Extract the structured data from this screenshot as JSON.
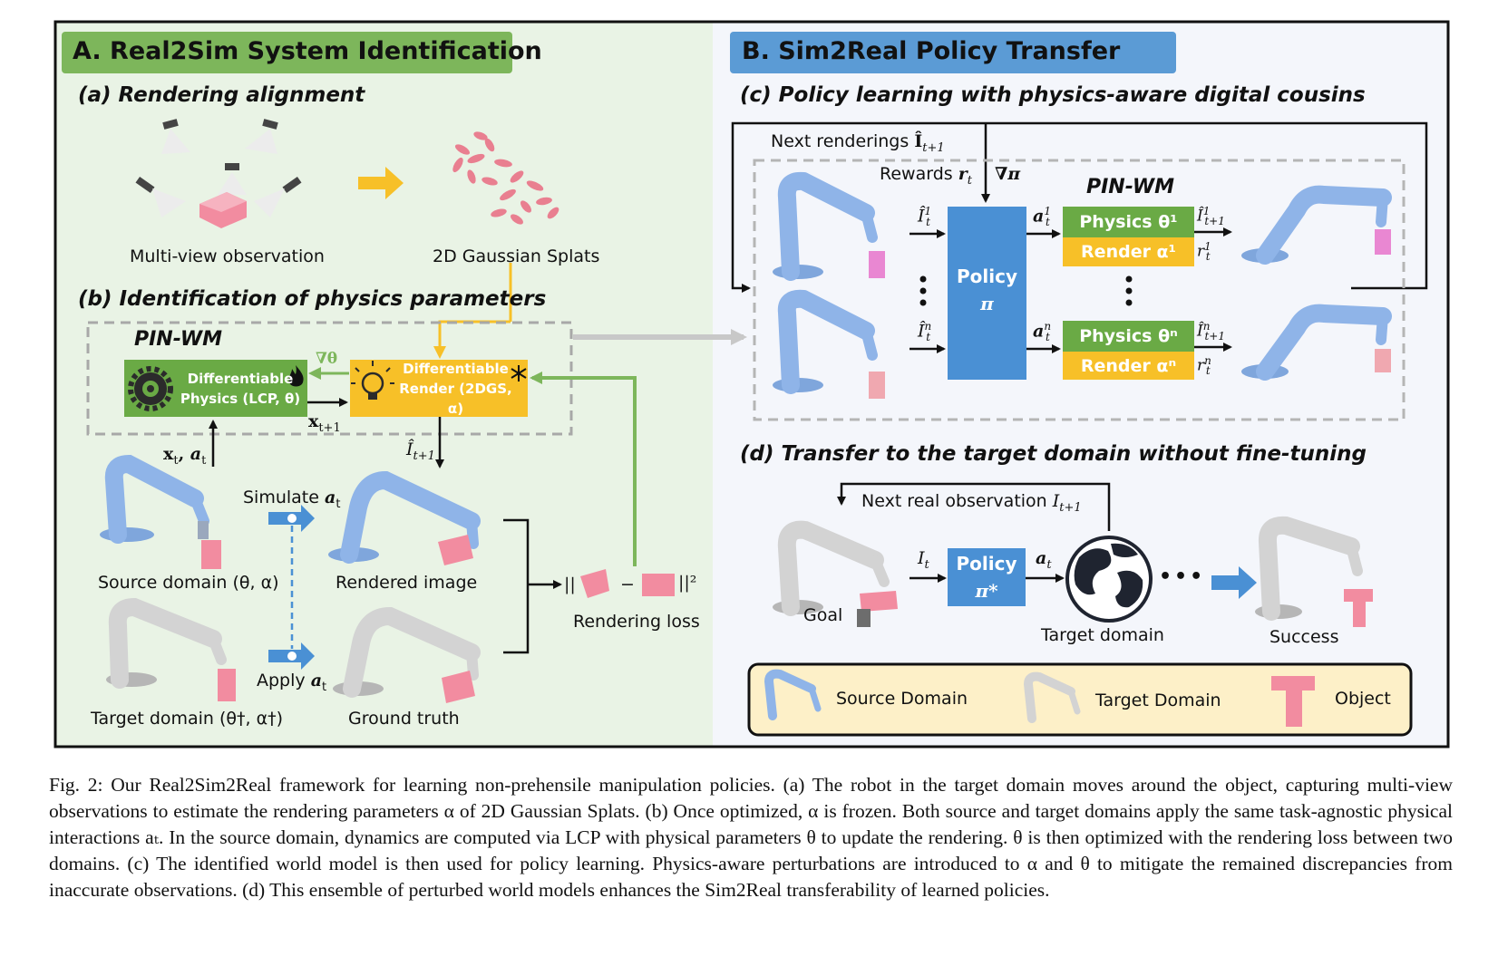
{
  "panelA": {
    "title": "A. Real2Sim System Identification",
    "color_fill": "#e9f3e5",
    "color_header": "#7db65b",
    "subA": {
      "title": "(a) Rendering alignment",
      "multi_view_label": "Multi-view observation",
      "splats_label": "2D Gaussian Splats"
    },
    "subB": {
      "title": "(b) Identification of physics parameters",
      "pinwm_label": "PIN-WM",
      "phys_box": {
        "line1": "Differentiable",
        "line2": "Physics (LCP, θ)"
      },
      "render_box": {
        "line1": "Differentiable",
        "line2": "Render (2DGS, α)"
      },
      "grad_theta": "∇θ",
      "x_next": "x",
      "x_next_sub": "t+1",
      "x_in": "x",
      "x_in_sub": "t",
      "a_in": "a",
      "a_in_sub": "t",
      "i_out": "Î",
      "i_out_sub": "t+1",
      "simulate_label": "Simulate",
      "simulate_a": "a",
      "simulate_a_sub": "t",
      "apply_label": "Apply",
      "apply_a": "a",
      "apply_a_sub": "t",
      "source_label": "Source domain (θ, α)",
      "target_label": "Target domain (θ†, α†)",
      "rendered_label": "Rendered image",
      "ground_truth_label": "Ground truth",
      "loss_label": "Rendering loss",
      "loss_open": "||",
      "loss_minus": "−",
      "loss_close": "||²"
    }
  },
  "panelB": {
    "title": "B. Sim2Real Policy Transfer",
    "color_header": "#5b9bd5",
    "subC": {
      "title": "(c) Policy learning with physics-aware digital cousins",
      "next_renderings": "Next renderings",
      "next_renderings_sym": "Î",
      "next_renderings_sub": "t+1",
      "rewards": "Rewards",
      "rewards_sym": "r",
      "rewards_sub": "t",
      "grad_pi": "∇π",
      "pinwm_label": "PIN-WM",
      "policy_line1": "Policy",
      "policy_line2": "π",
      "in_top_sym": "Î",
      "in_top_sup": "1",
      "in_top_sub": "t",
      "in_bot_sym": "Î",
      "in_bot_sup": "n",
      "in_bot_sub": "t",
      "act_top_sym": "a",
      "act_top_sup": "1",
      "act_top_sub": "t",
      "act_bot_sym": "a",
      "act_bot_sup": "n",
      "act_bot_sub": "t",
      "physics_top": "Physics θ¹",
      "render_top": "Render α¹",
      "physics_bot": "Physics θⁿ",
      "render_bot": "Render αⁿ",
      "out_top_img": "Î",
      "out_top_img_sup": "1",
      "out_top_img_sub": "t+1",
      "out_top_r": "r",
      "out_top_r_sup": "1",
      "out_top_r_sub": "t",
      "out_bot_img": "Î",
      "out_bot_img_sup": "n",
      "out_bot_img_sub": "t+1",
      "out_bot_r": "r",
      "out_bot_r_sup": "n",
      "out_bot_r_sub": "t"
    },
    "subD": {
      "title": "(d) Transfer to the target domain without fine-tuning",
      "next_real_obs": "Next real observation",
      "next_real_sym": "I",
      "next_real_sub": "t+1",
      "goal_label": "Goal",
      "in_sym": "I",
      "in_sub": "t",
      "policy_line1": "Policy",
      "policy_line2": "π*",
      "act_sym": "a",
      "act_sub": "t",
      "target_domain_label": "Target domain",
      "success_label": "Success",
      "ellipsis": "•••"
    },
    "legend": {
      "source": "Source Domain",
      "target": "Target Domain",
      "object": "Object"
    }
  },
  "colors": {
    "green": "#6aaa45",
    "yellow": "#f7c028",
    "blue": "#4a90d4",
    "robot_blue": "#8fb4e8",
    "robot_gray": "#cfcfcf",
    "object_pink": "#f28ca0"
  },
  "caption": "Fig. 2: Our Real2Sim2Real framework for learning non-prehensile manipulation policies. (a) The robot in the target domain moves around the object, capturing multi-view observations to estimate the rendering parameters α of 2D Gaussian Splats. (b) Once optimized, α is frozen. Both source and target domains apply the same task-agnostic physical interactions aₜ. In the source domain, dynamics are computed via LCP with physical parameters θ to update the rendering. θ is then optimized with the rendering loss between two domains. (c) The identified world model is then used for policy learning. Physics-aware perturbations are introduced to α and θ to mitigate the remained discrepancies from inaccurate observations. (d) This ensemble of perturbed world models enhances the Sim2Real transferability of learned policies."
}
